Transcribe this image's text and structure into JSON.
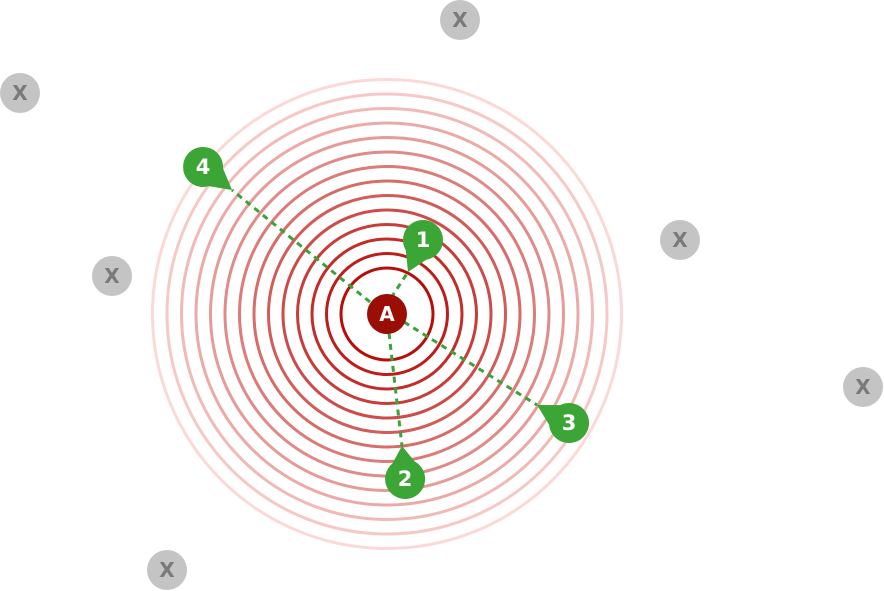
{
  "center": {
    "label": "A",
    "color": "#9b0e05"
  },
  "rings": {
    "count": 14,
    "inner_color": "#b80e0a",
    "outer_color": "#fbd9d6"
  },
  "paths": {
    "color": "#3aa33a",
    "line_style": "dashed",
    "markers": [
      {
        "label": "1",
        "color": "#3ba535"
      },
      {
        "label": "2",
        "color": "#3ba535"
      },
      {
        "label": "3",
        "color": "#3ba535"
      },
      {
        "label": "4",
        "color": "#3ba535"
      }
    ]
  },
  "other_points": {
    "label": "X",
    "color": "#c4c4c4",
    "items": [
      {
        "label": "X"
      },
      {
        "label": "X"
      },
      {
        "label": "X"
      },
      {
        "label": "X"
      },
      {
        "label": "X"
      },
      {
        "label": "X"
      }
    ]
  }
}
